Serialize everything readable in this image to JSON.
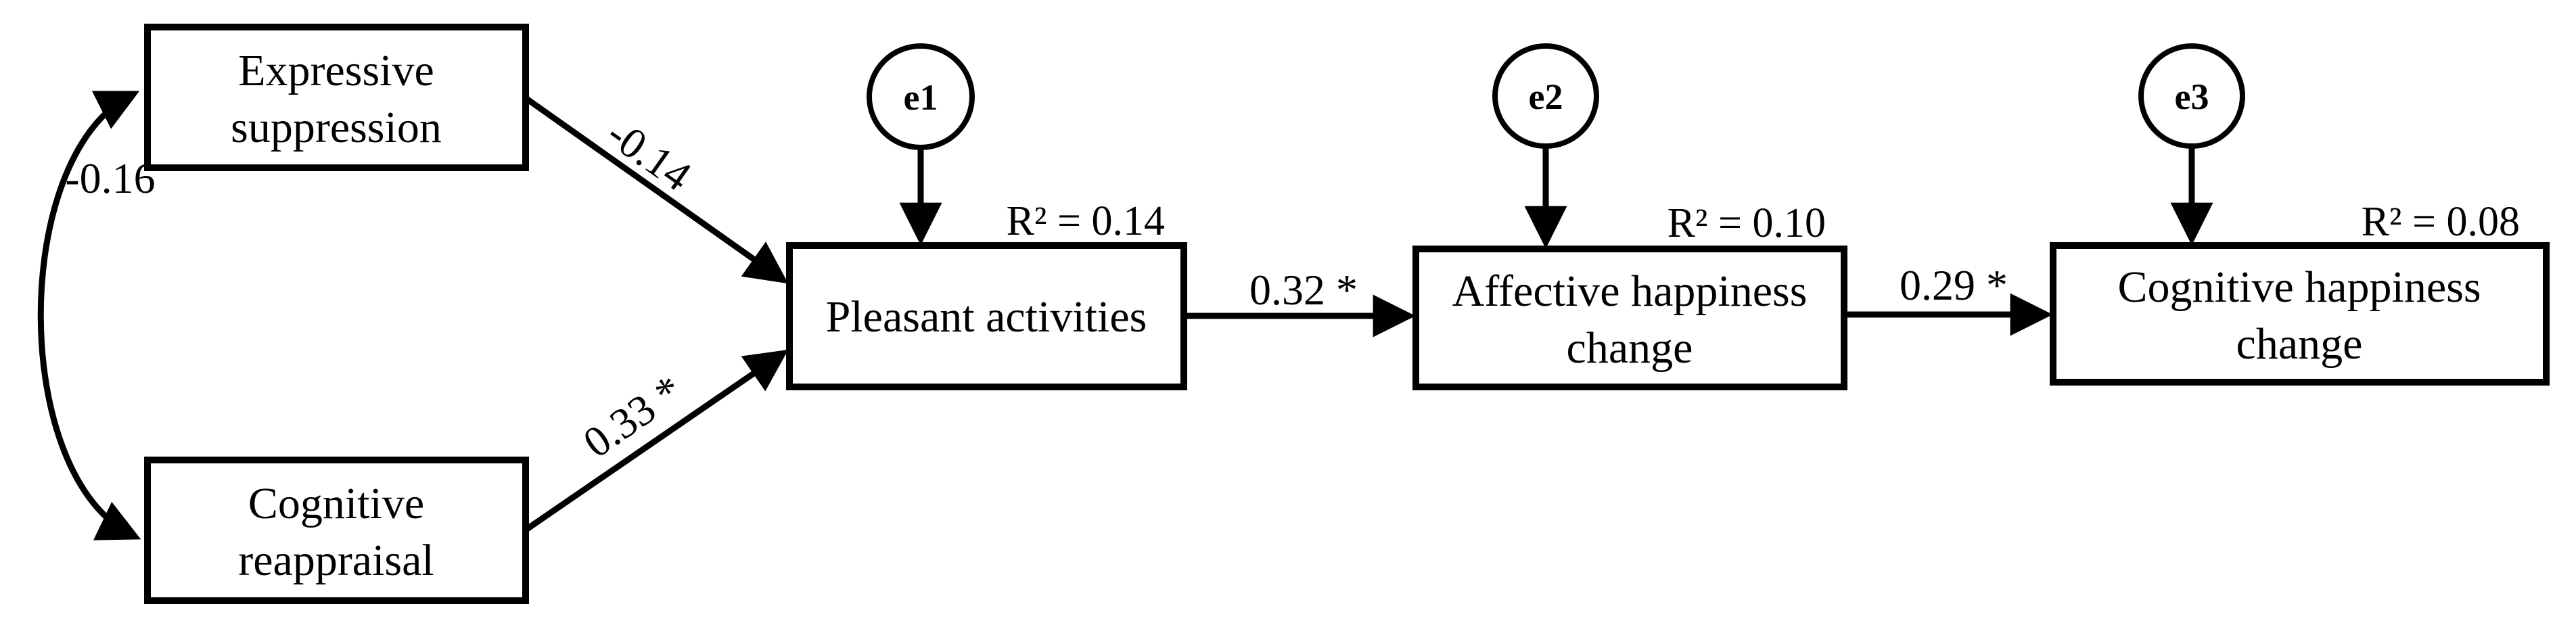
{
  "diagram": {
    "nodes": {
      "expressive_suppression": {
        "label_line1": "Expressive",
        "label_line2": "suppression"
      },
      "cognitive_reappraisal": {
        "label_line1": "Cognitive",
        "label_line2": "reappraisal"
      },
      "pleasant_activities": {
        "label": "Pleasant activities",
        "r_squared": "R² = 0.14"
      },
      "affective_happiness": {
        "label_line1": "Affective happiness",
        "label_line2": "change",
        "r_squared": "R² = 0.10"
      },
      "cognitive_happiness": {
        "label_line1": "Cognitive happiness",
        "label_line2": "change",
        "r_squared": "R² = 0.08"
      }
    },
    "error_terms": {
      "e1": "e1",
      "e2": "e2",
      "e3": "e3"
    },
    "path_coefficients": {
      "correlation_suppression_reappraisal": "-0.16",
      "suppression_to_pleasant": "-0.14",
      "reappraisal_to_pleasant": "0.33 *",
      "pleasant_to_affective": "0.32 *",
      "affective_to_cognitive": "0.29 *"
    },
    "colors": {
      "line": "#000000",
      "text": "#000000",
      "background": "#ffffff"
    }
  }
}
